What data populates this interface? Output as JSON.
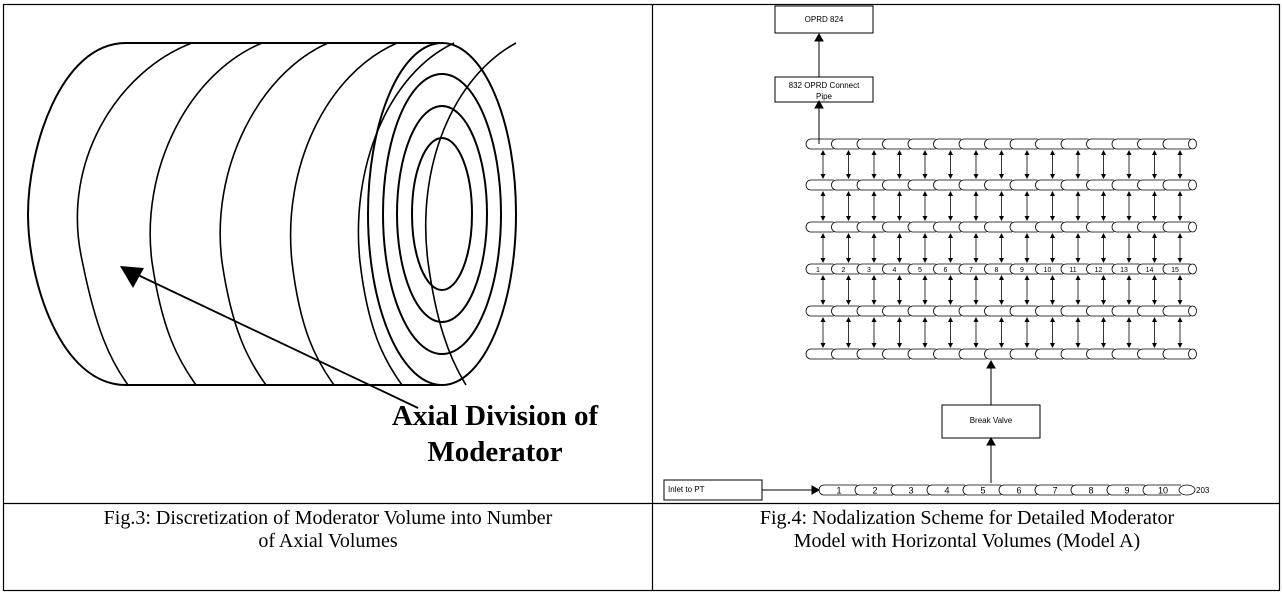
{
  "fig3": {
    "label_line1": "Axial Division of",
    "label_line2": "Moderator",
    "caption_line1": "Fig.3: Discretization of Moderator Volume into Number",
    "caption_line2": "of Axial Volumes"
  },
  "fig4": {
    "top_box": "OPRD 824",
    "connect_box_line1": "832 OPRD Connect",
    "connect_box_line2": "Pipe",
    "break_valve": "Break Valve",
    "inlet_label": "Inlet to PT",
    "volume_numbers": [
      "1",
      "2",
      "3",
      "4",
      "5",
      "6",
      "7",
      "8",
      "9",
      "10",
      "11",
      "12",
      "13",
      "14",
      "15"
    ],
    "inlet_numbers": [
      "1",
      "2",
      "3",
      "4",
      "5",
      "6",
      "7",
      "8",
      "9",
      "10"
    ],
    "inlet_end_label": "203",
    "caption_line1": "Fig.4: Nodalization Scheme for Detailed Moderator",
    "caption_line2": "Model with Horizontal Volumes (Model A)"
  }
}
